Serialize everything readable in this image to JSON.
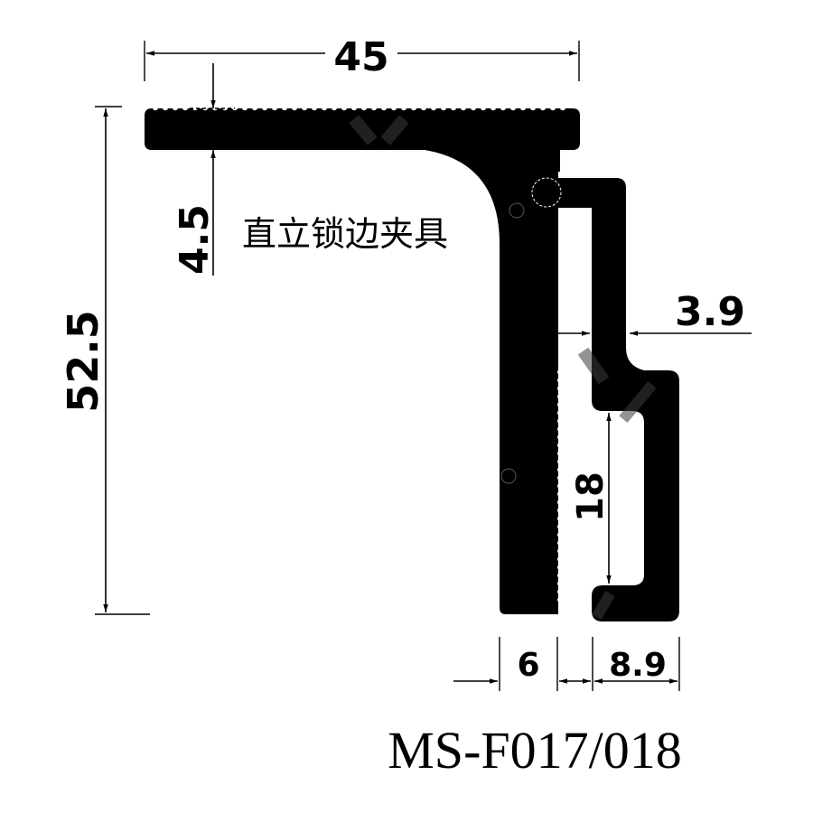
{
  "drawing": {
    "title_cn": "直立锁边夹具",
    "model": "MS-F017/018",
    "dimensions": {
      "width_total": "45",
      "height_total": "52.5",
      "flange_thickness": "4.5",
      "hook_gap": "3.9",
      "inner_slot_height": "18",
      "stem_width": "6",
      "hook_width": "8.9"
    },
    "colors": {
      "profile": "#000000",
      "background": "#ffffff",
      "watermark": "#3a3a3a"
    }
  }
}
